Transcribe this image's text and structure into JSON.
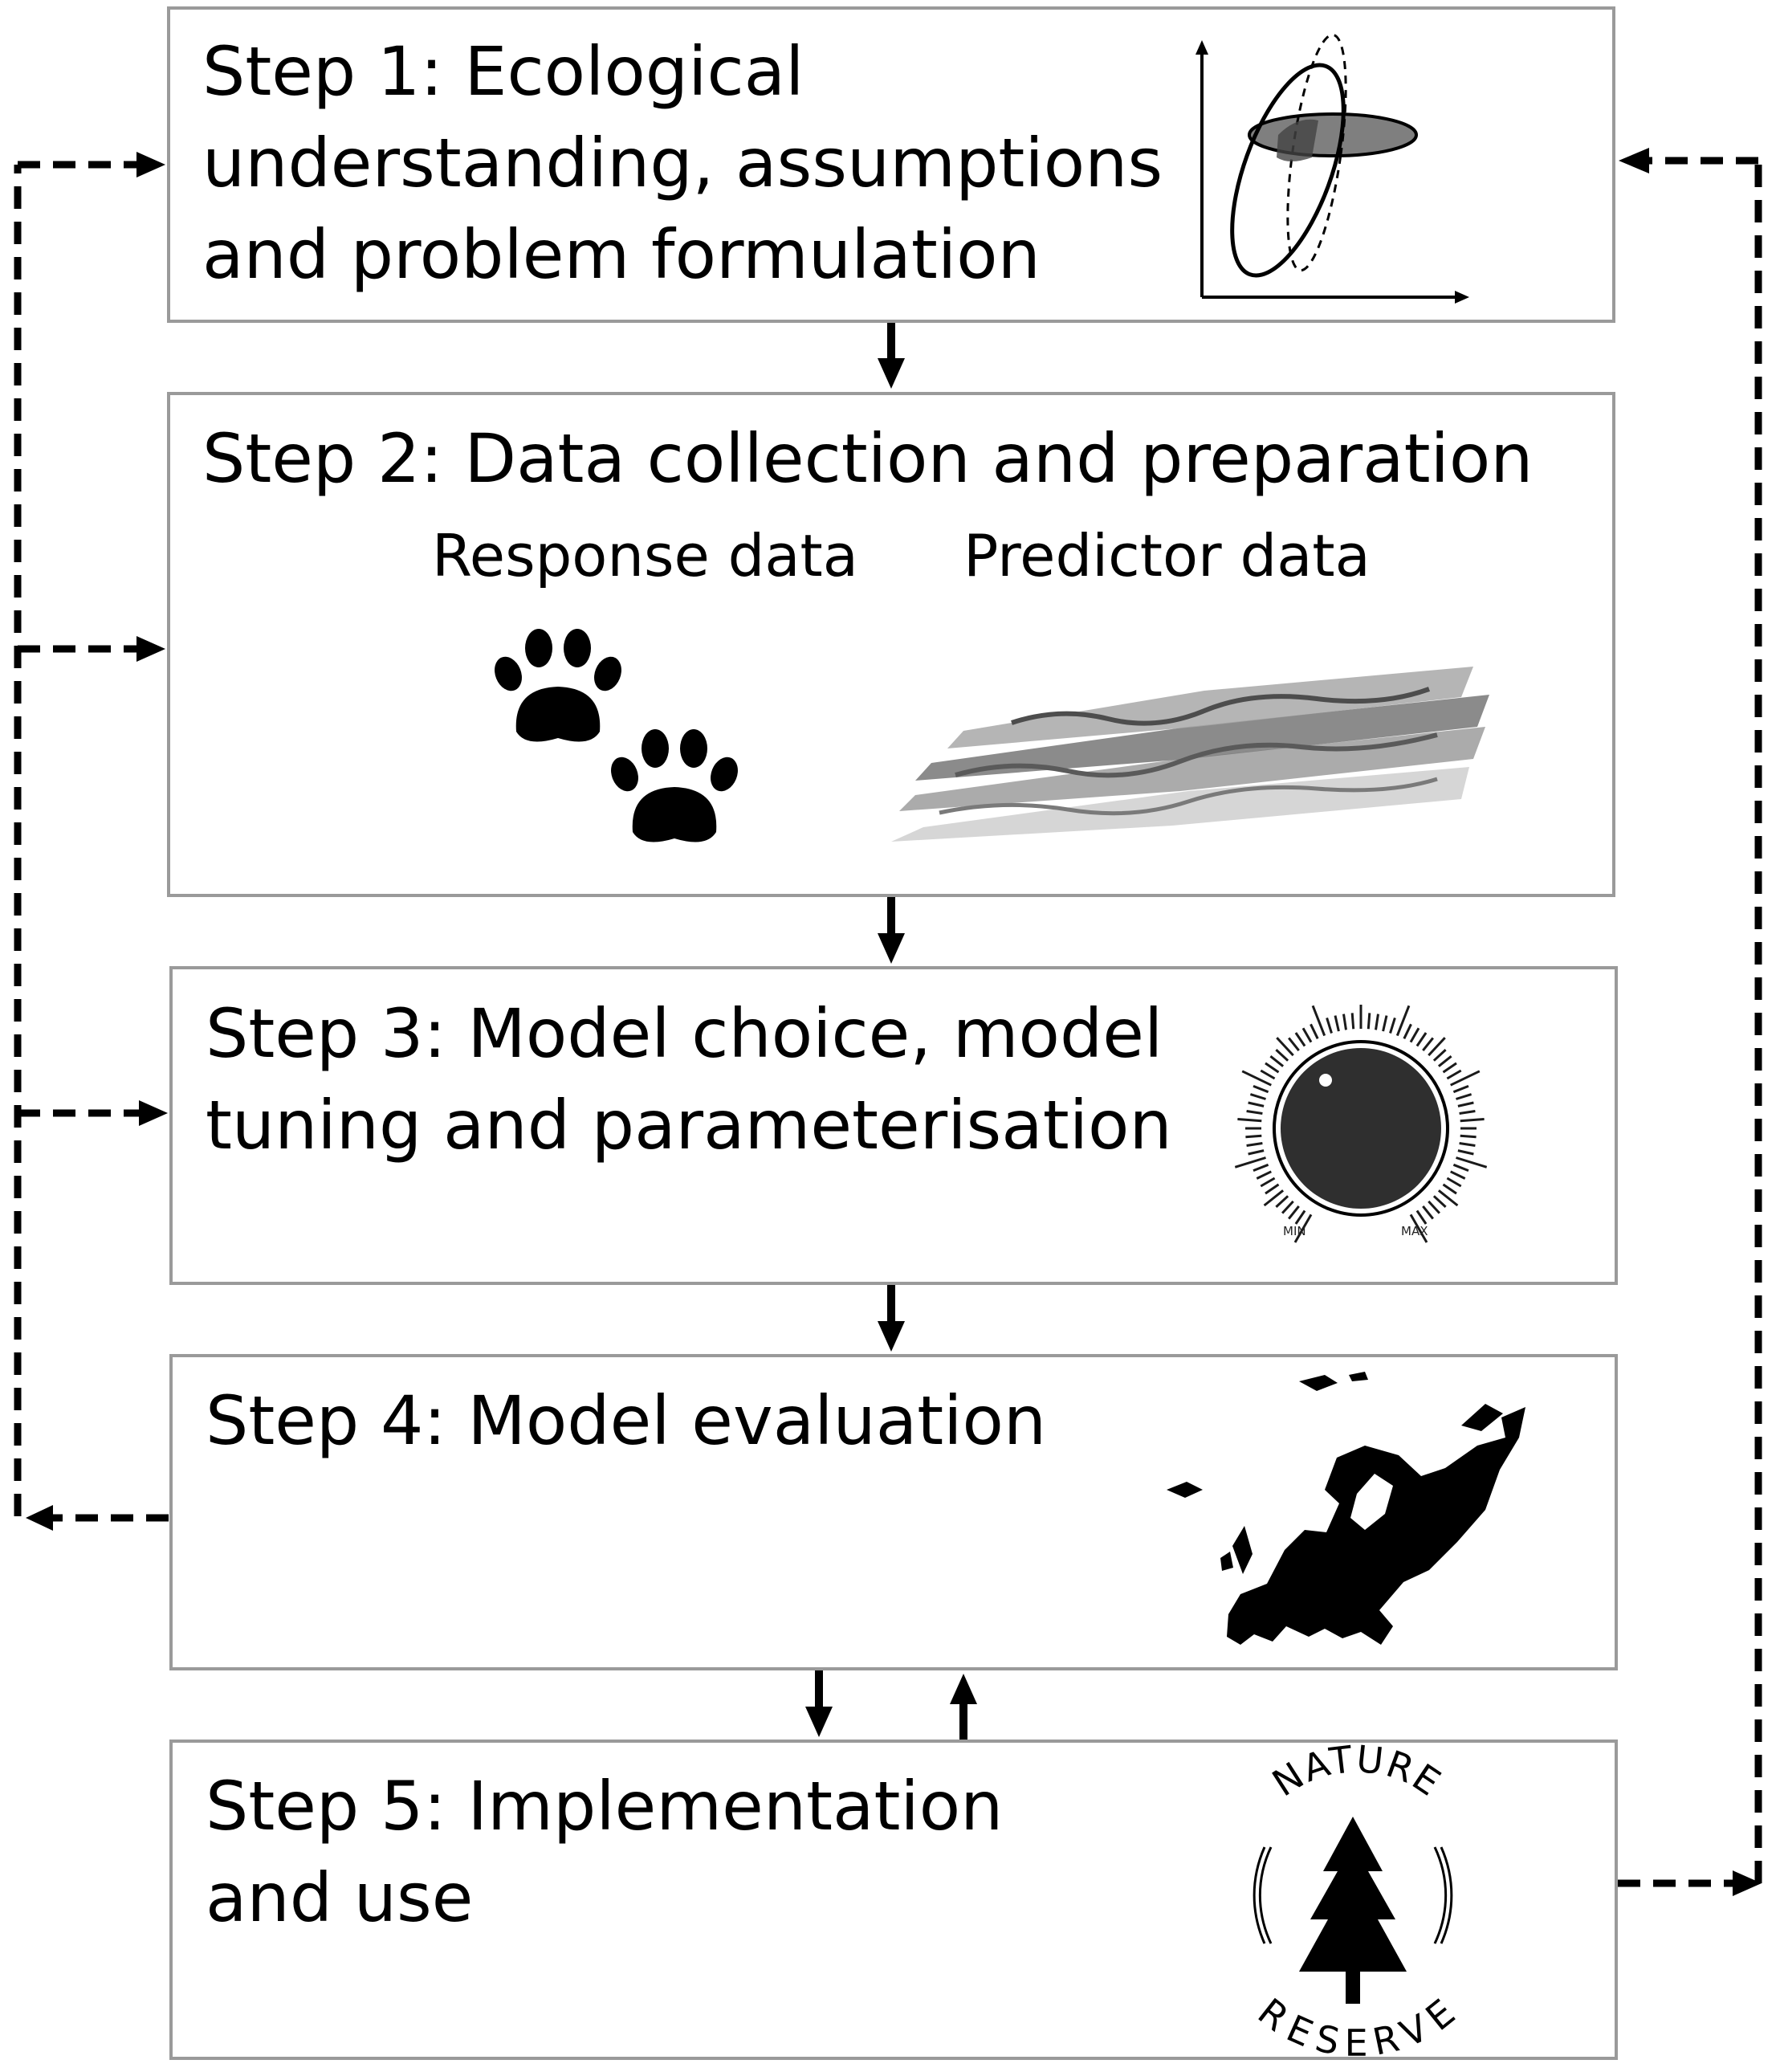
{
  "steps": [
    {
      "id": "step1",
      "lines": [
        "Step 1: Ecological",
        "understanding, assumptions",
        "and problem formulation"
      ],
      "icon": "niche-ellipses-plot-icon"
    },
    {
      "id": "step2",
      "lines": [
        "Step 2: Data collection and preparation"
      ],
      "icon": "data-layers-icon",
      "sublabels": {
        "response": "Response data",
        "predictor": "Predictor data"
      }
    },
    {
      "id": "step3",
      "lines": [
        "Step 3: Model choice, model",
        "tuning and parameterisation"
      ],
      "icon": "tuning-knob-icon",
      "knob": {
        "min_label": "MIN",
        "max_label": "MAX"
      }
    },
    {
      "id": "step4",
      "lines": [
        "Step 4: Model evaluation"
      ],
      "icon": "europe-map-icon"
    },
    {
      "id": "step5",
      "lines": [
        "Step 5: Implementation",
        "and use"
      ],
      "icon": "nature-reserve-seal-icon",
      "seal": {
        "top": "NATURE",
        "bottom": "RESERVE"
      }
    }
  ],
  "connectors": {
    "forward": [
      "step1 to step2",
      "step2 to step3",
      "step3 to step4",
      "step4 to step5"
    ],
    "backward": [
      "step5 to step4"
    ],
    "left_feedback": {
      "from": "step4",
      "to": [
        "step1",
        "step2",
        "step3"
      ],
      "style": "dashed"
    },
    "right_feedback": {
      "from": "step5",
      "to": [
        "step1"
      ],
      "style": "dashed"
    }
  }
}
